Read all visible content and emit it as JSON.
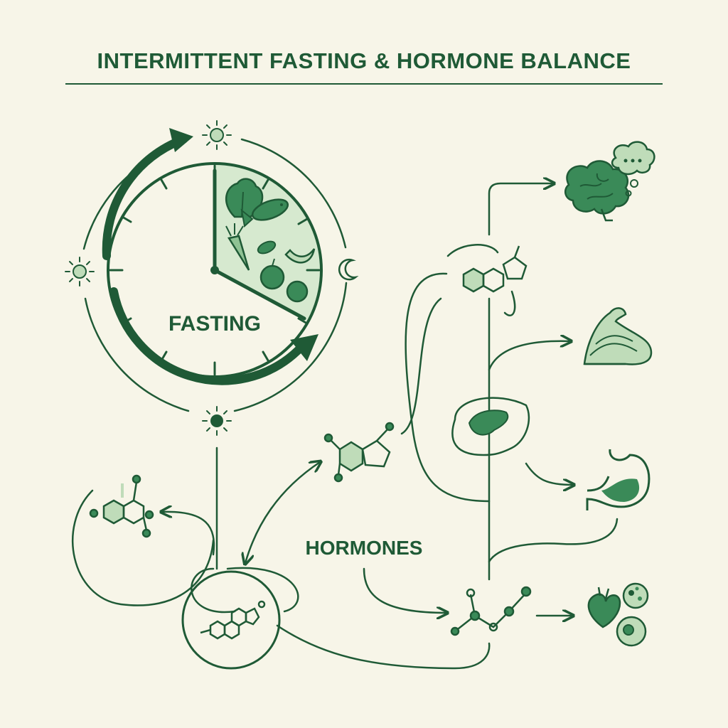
{
  "title": "INTERMITTENT FASTING & HORMONE BALANCE",
  "labels": {
    "clock": "FASTING",
    "hormones": "HORMONES"
  },
  "colors": {
    "background": "#f7f5e8",
    "dark_green": "#1f5a36",
    "mid_green": "#3a8a58",
    "light_green": "#bfdcb9",
    "pale_green": "#d6e9cf"
  },
  "icons": [
    "sun-icon",
    "moon-icon",
    "clock-icon",
    "leafy-greens-icon",
    "fish-icon",
    "carrot-icon",
    "apple-icon",
    "banana-icon",
    "orange-icon",
    "brain-icon",
    "thought-bubble-icon",
    "muscle-arm-icon",
    "pancreas-icon",
    "stomach-icon",
    "heart-icon",
    "cell-icon",
    "molecule-icon"
  ]
}
